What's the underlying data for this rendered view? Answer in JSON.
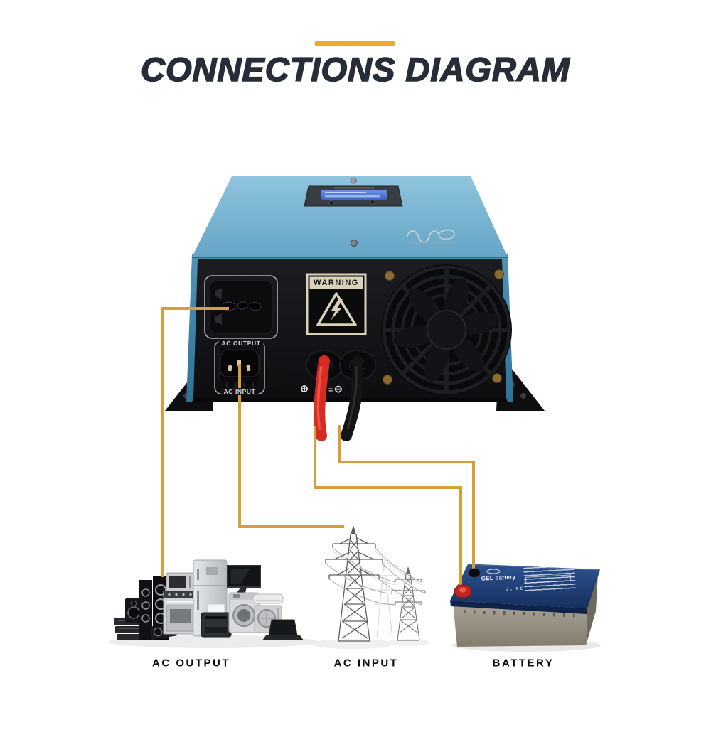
{
  "header": {
    "title": "CONNECTIONS DIAGRAM",
    "title_color": "#272c39",
    "accent_color": "#EFA832"
  },
  "diagram": {
    "connection_line_color": "#D79E3A"
  },
  "inverter": {
    "warning_label": "WARNING",
    "ac_output_port_label": "AC OUTPUT",
    "ac_input_port_label": "AC INPUT",
    "positive_symbol": "⊕",
    "dc_prefix": "=",
    "negative_symbol": "⊖",
    "top_color": "#7cb6d4",
    "front_color": "#131316"
  },
  "battery": {
    "brand_label": "GEL battery",
    "cert_marks": "UL CE",
    "lid_color": "#1f4082",
    "body_color": "#9a9489"
  },
  "captions": {
    "ac_output": "AC OUTPUT",
    "ac_input": "AC INPUT",
    "battery": "BATTERY"
  }
}
